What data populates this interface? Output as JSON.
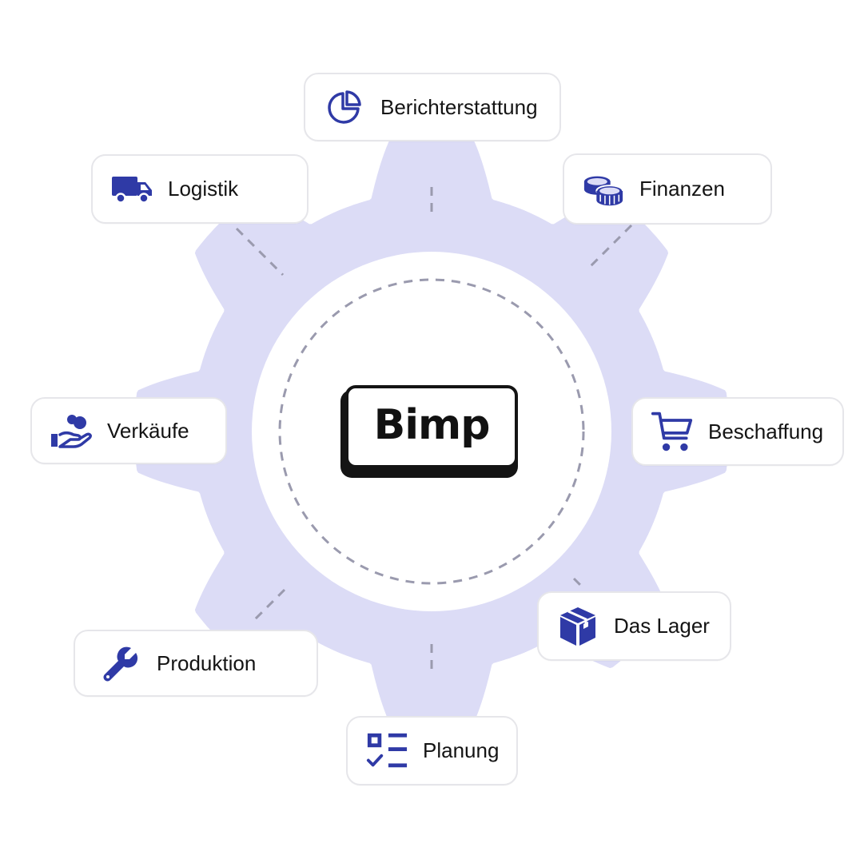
{
  "center": {
    "label": "Bimp"
  },
  "modules": [
    {
      "id": "berichterstattung",
      "label": "Berichterstattung",
      "icon": "pie-chart-icon"
    },
    {
      "id": "logistik",
      "label": "Logistik",
      "icon": "truck-icon"
    },
    {
      "id": "finanzen",
      "label": "Finanzen",
      "icon": "coins-icon"
    },
    {
      "id": "verkaeufe",
      "label": "Verkäufe",
      "icon": "hand-coin-icon"
    },
    {
      "id": "beschaffung",
      "label": "Beschaffung",
      "icon": "shopping-cart-icon"
    },
    {
      "id": "lager",
      "label": "Das Lager",
      "icon": "box-icon"
    },
    {
      "id": "produktion",
      "label": "Produktion",
      "icon": "wrench-icon"
    },
    {
      "id": "planung",
      "label": "Planung",
      "icon": "checklist-icon"
    }
  ],
  "colors": {
    "gear": "#dcdcf6",
    "icon": "#2f3aa6",
    "connector": "#9a9aae",
    "card_border": "#e6e6ea",
    "text": "#141414"
  }
}
